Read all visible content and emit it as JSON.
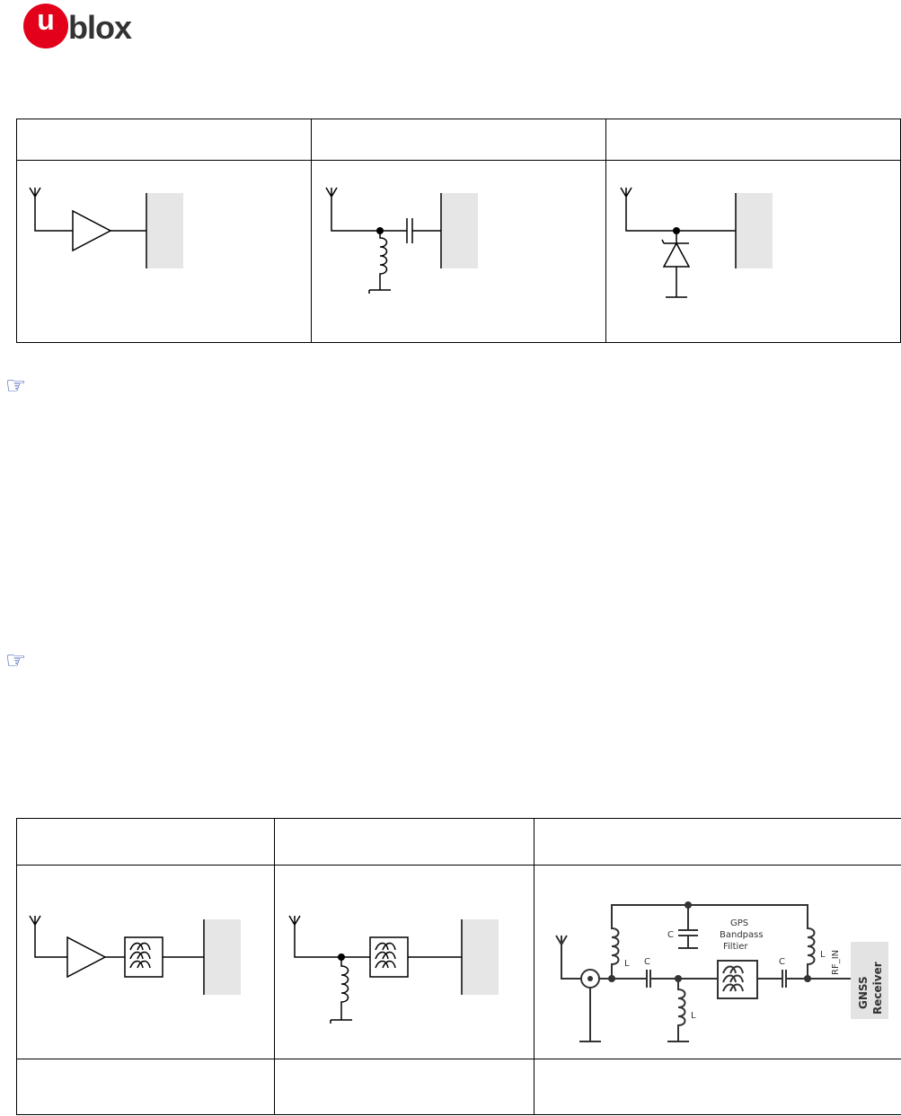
{
  "brand": {
    "logo_text": "ublox",
    "color": "#e2001a"
  },
  "figure_bottom": {
    "labels": {
      "capacitor": "C",
      "inductor": "L",
      "filter_line1": "GPS",
      "filter_line2": "Bandpass",
      "filter_line3": "Filtier",
      "rf_in": "RF_IN",
      "receiver_line1": "GNSS",
      "receiver_line2": "Receiver"
    }
  },
  "icons": {
    "note": "pointing-hand-icon"
  }
}
